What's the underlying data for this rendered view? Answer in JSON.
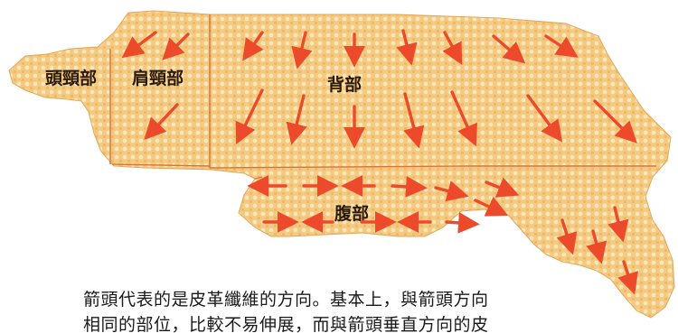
{
  "labels": {
    "head_neck": "頭頸部",
    "shoulder": "肩頸部",
    "back": "背部",
    "belly": "腹部"
  },
  "caption": {
    "line1": "箭頭代表的是皮革纖維的方向。基本上，與箭頭方向",
    "line2": "相同的部位，比較不易伸展，而與箭頭垂直方向的皮"
  },
  "colors": {
    "hide_base": "#f4c980",
    "hide_dots": "#f9e4b6",
    "divider": "#d9743a",
    "arrow": "#ec4a2a"
  }
}
